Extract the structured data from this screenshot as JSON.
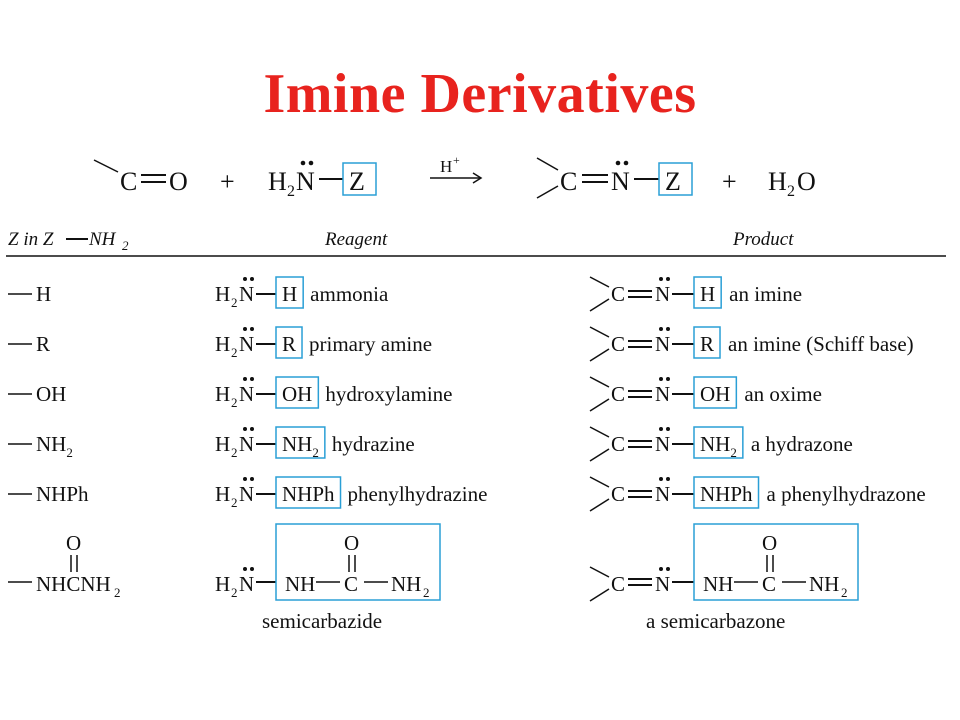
{
  "title": "Imine Derivatives",
  "colors": {
    "title": "#e8231e",
    "box": "#2a9fd6"
  },
  "equation": {
    "c": "C",
    "o": "O",
    "plus": "+",
    "h": "H",
    "n": "N",
    "z": "Z",
    "catalyst": "H",
    "catalyst_sup": "+",
    "water_h": "H",
    "water_o": "O",
    "sub2": "2"
  },
  "headers": {
    "z_label": "Z in Z",
    "nh": "NH",
    "sub2": "2",
    "reagent": "Reagent",
    "product": "Product"
  },
  "rows": [
    {
      "z": "H",
      "reagent_name": "ammonia",
      "product_name": "an imine"
    },
    {
      "z": "R",
      "reagent_name": "primary amine",
      "product_name": "an imine (Schiff base)"
    },
    {
      "z": "OH",
      "reagent_name": "hydroxylamine",
      "product_name": "an oxime"
    },
    {
      "z": "NH",
      "z_sub": "2",
      "reagent_name": "hydrazine",
      "product_name": "a hydrazone"
    },
    {
      "z": "NHPh",
      "reagent_name": "phenylhydrazine",
      "product_name": "a phenylhydrazone"
    }
  ],
  "semicarbazide": {
    "z_left": "NHCNH",
    "z_sub": "2",
    "o": "O",
    "nh": "NH",
    "c": "C",
    "nh2": "NH",
    "reagent_name": "semicarbazide",
    "product_name": "a semicarbazone"
  }
}
